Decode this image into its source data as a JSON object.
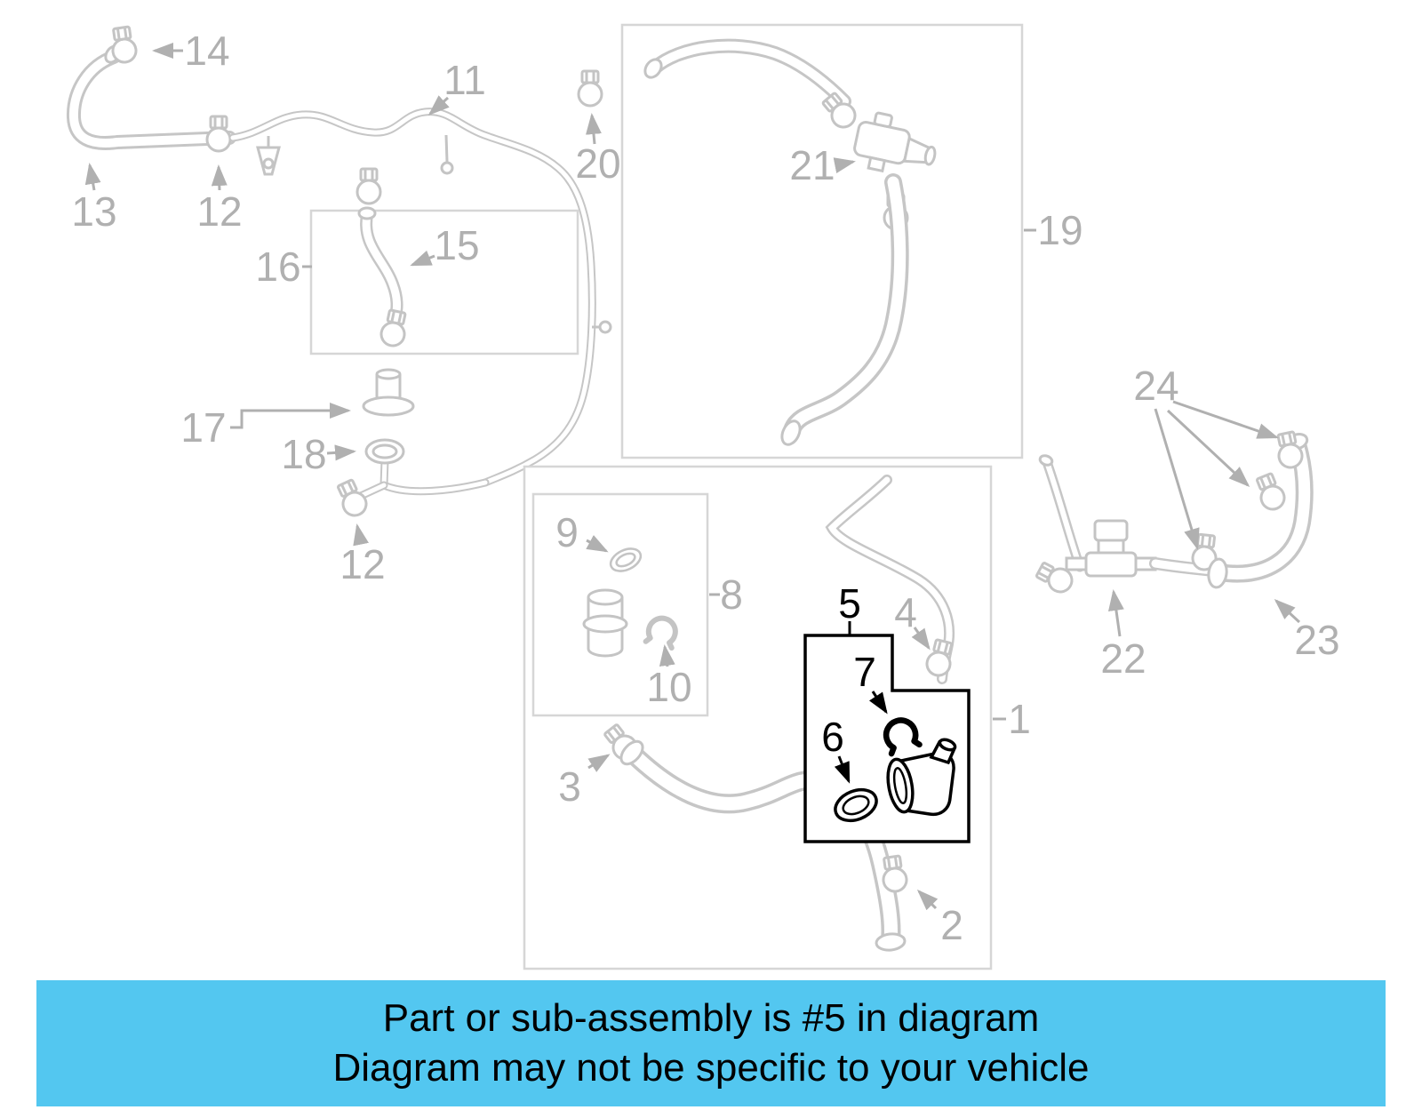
{
  "page": {
    "background": "#ffffff"
  },
  "banner": {
    "line1": "Part or sub-assembly is #5 in diagram",
    "line2": "Diagram may not be specific to your vehicle",
    "bg_color": "#53c7f0",
    "text_color": "#000000"
  },
  "diagram": {
    "type": "exploded-parts-diagram",
    "highlighted_part": "5",
    "highlighted_labels": [
      "5",
      "7",
      "6"
    ],
    "label_color": "#b0b0b0",
    "line_color": "#c4c4c4",
    "highlight_color": "#000000",
    "labels": [
      {
        "part": "14",
        "highlighted": false
      },
      {
        "part": "13",
        "highlighted": false
      },
      {
        "part": "12",
        "highlighted": false
      },
      {
        "part": "11",
        "highlighted": false
      },
      {
        "part": "16",
        "highlighted": false
      },
      {
        "part": "15",
        "highlighted": false
      },
      {
        "part": "20",
        "highlighted": false
      },
      {
        "part": "21",
        "highlighted": false
      },
      {
        "part": "19",
        "highlighted": false
      },
      {
        "part": "17",
        "highlighted": false
      },
      {
        "part": "18",
        "highlighted": false
      },
      {
        "part": "12",
        "highlighted": false
      },
      {
        "part": "24",
        "highlighted": false
      },
      {
        "part": "9",
        "highlighted": false
      },
      {
        "part": "8",
        "highlighted": false
      },
      {
        "part": "10",
        "highlighted": false
      },
      {
        "part": "4",
        "highlighted": false
      },
      {
        "part": "5",
        "highlighted": true
      },
      {
        "part": "7",
        "highlighted": true
      },
      {
        "part": "6",
        "highlighted": true
      },
      {
        "part": "3",
        "highlighted": false
      },
      {
        "part": "1",
        "highlighted": false
      },
      {
        "part": "2",
        "highlighted": false
      },
      {
        "part": "22",
        "highlighted": false
      },
      {
        "part": "23",
        "highlighted": false
      }
    ]
  }
}
